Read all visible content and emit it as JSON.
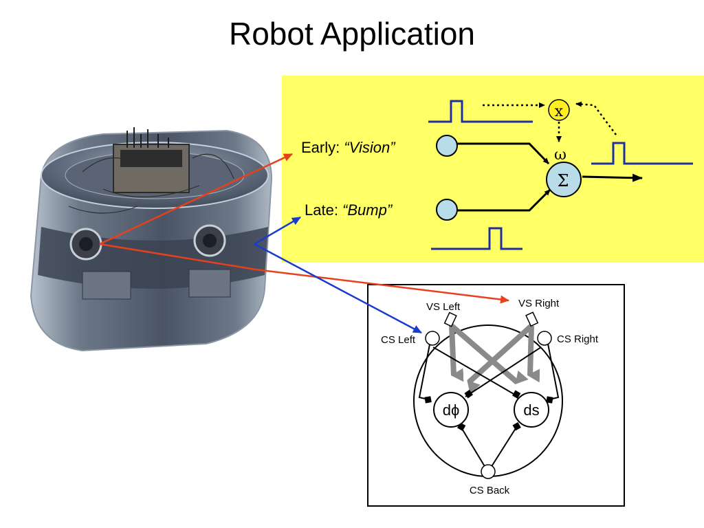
{
  "slide": {
    "title": "Robot Application"
  },
  "photo": {
    "name": "robot-photo"
  },
  "learning_panel": {
    "early_prefix": "Early: ",
    "early_name": "“Vision”",
    "late_prefix": "Late: ",
    "late_name": "“Bump”",
    "multiply_symbol": "x",
    "weight_symbol": "ω",
    "sum_symbol": "Σ",
    "background_color": "#ffff66",
    "pulse_color": "#1f2fa0"
  },
  "network": {
    "vs_left": "VS Left",
    "vs_right": "VS Right",
    "cs_left": "CS Left",
    "cs_right": "CS Right",
    "cs_back": "CS Back",
    "neuron_dphi": "dϕ",
    "neuron_ds": "ds"
  },
  "arrows": {
    "early_color": "#e8401c",
    "late_color": "#1a3ccc"
  }
}
